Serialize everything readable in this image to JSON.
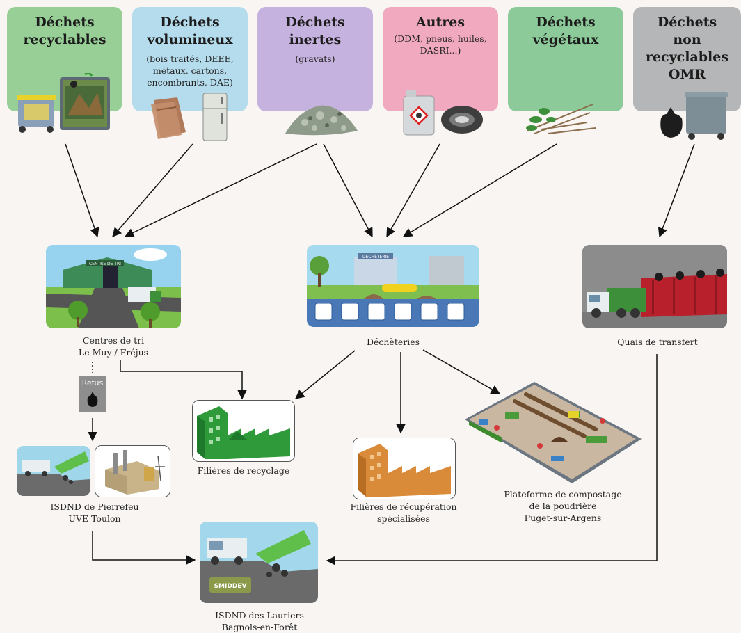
{
  "categories": [
    {
      "title": "Déchets\nrecyclables",
      "sub": "",
      "color": "#97cf97"
    },
    {
      "title": "Déchets\nvolumineux",
      "sub": "(bois traités, DEEE,\nmétaux, cartons,\nencombrants, DAE)",
      "color": "#b5dcec"
    },
    {
      "title": "Déchets\ninertes",
      "sub": "(gravats)",
      "color": "#c6b2de"
    },
    {
      "title": "Autres",
      "sub": "(DDM, pneus, huiles,\nDASRI...)",
      "color": "#f1a9bf"
    },
    {
      "title": "Déchets\nvégétaux",
      "sub": "",
      "color": "#8dca9a"
    },
    {
      "title": "Déchets\nnon\nrecyclables\nOMR",
      "sub": "",
      "color": "#b5b6b7"
    }
  ],
  "facilities": {
    "centres_tri": "Centres de tri\nLe Muy / Fréjus",
    "decheteries": "Déchèteries",
    "quais": "Quais de transfert",
    "refus": "Refus",
    "isdnd_pierrefeu": "ISDND de Pierrefeu\nUVE Toulon",
    "filieres_recyclage": "Filières de recyclage",
    "filieres_recuperation": "Filières de récupération\nspécialisées",
    "compostage": "Plateforme de compostage\nde la poudrière\nPuget-sur-Argens",
    "isdnd_lauriers": "ISDND des Lauriers\nBagnols-en-Forêt"
  },
  "image_text": {
    "centre_de_tri_sign": "CENTRE DE TRI",
    "decheterie_sign": "DÉCHÈTERIE",
    "smiddev_logo": "SMIDDEV"
  }
}
